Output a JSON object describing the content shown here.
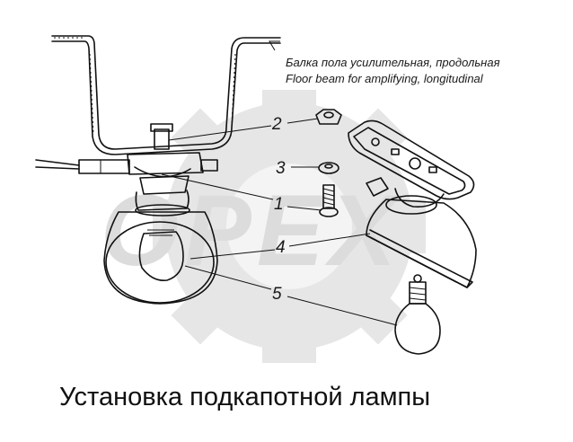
{
  "watermark": "OPEX",
  "beam_label": {
    "ru": "Балка пола усилительная, продольная",
    "en": "Floor beam for amplifying, longitudinal"
  },
  "callouts": [
    "2",
    "3",
    "1",
    "4",
    "5"
  ],
  "title": "Установка подкапотной лампы",
  "colors": {
    "ink": "#111111",
    "watermark": "#dcdcdc",
    "background": "#ffffff"
  }
}
